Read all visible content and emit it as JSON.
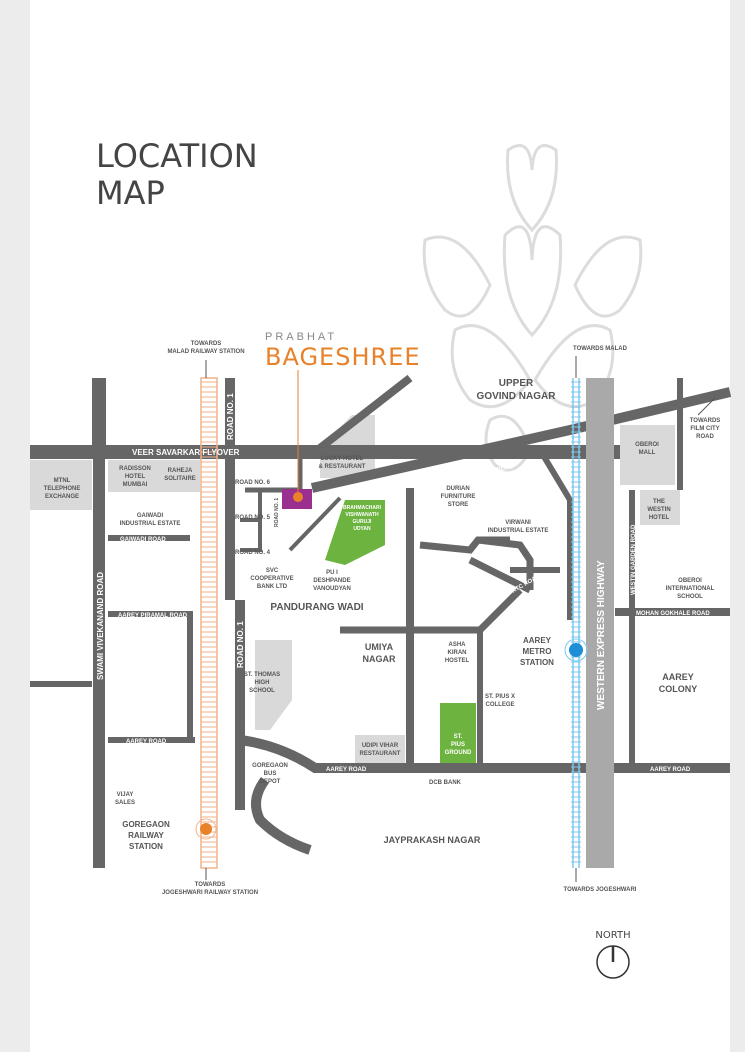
{
  "title": {
    "line1": "LOCATION",
    "line2": "MAP"
  },
  "brand": {
    "prefix": "PRABHAT",
    "name": "BAGESHREE",
    "color": "#e8822a"
  },
  "colors": {
    "road": "#666666",
    "block": "#d9d9d9",
    "green": "#6db33f",
    "site": "#9b2f8f",
    "marker_orange": "#e8822a",
    "marker_blue": "#1e8fd6",
    "rail": "#f2b28a",
    "metro": "#7fc7ee"
  },
  "roads": {
    "veer_savarkar_flyover": "VEER SAVARKAR FLYOVER",
    "swami_vivekanand_road": "SWAMI VIVEKANAND ROAD",
    "road_no_1_top": "ROAD NO. 1",
    "road_no_1_bottom": "ROAD NO. 1",
    "goregaon_mulund_link": "GOREGAON-MULUND LINK ROAD",
    "western_express_highway": "WESTERN EXPRESS HIGHWAY",
    "gaiwadi_road": "GAIWADI ROAD",
    "aarey_piramal_road": "AAREY PIRAMAL ROAD",
    "aarey_road_left": "AAREY ROAD",
    "aarey_road_mid": "AAREY ROAD",
    "aarey_road_right": "AAREY ROAD",
    "mohan_gokhale_road": "MOHAN GOKHALE ROAD",
    "rtc_road": "RTC ROAD",
    "westin_garden_road": "WESTIN GARDEN ROAD",
    "road_no_6": "ROAD NO. 6",
    "road_no_5": "ROAD NO. 5",
    "road_no_4": "ROAD NO. 4",
    "road_no_1_small": "ROAD NO. 1",
    "road_no_4_diag": "ROAD NO. 4"
  },
  "directions": {
    "towards_malad_station_1": "TOWARDS",
    "towards_malad_station_2": "MALAD RAILWAY STATION",
    "towards_malad": "TOWARDS MALAD",
    "towards_film_city_1": "TOWARDS",
    "towards_film_city_2": "FILM CITY",
    "towards_film_city_3": "ROAD",
    "towards_jogeshwari_station_1": "TOWARDS",
    "towards_jogeshwari_station_2": "JOGESHWARI RAILWAY STATION",
    "towards_jogeshwari": "TOWARDS JOGESHWARI"
  },
  "places": {
    "upper_govind_nagar_1": "UPPER",
    "upper_govind_nagar_2": "GOVIND NAGAR",
    "lucky_hotel_1": "LUCKY HOTEL",
    "lucky_hotel_2": "& RESTAURANT",
    "mtnl_1": "MTNL",
    "mtnl_2": "TELEPHONE",
    "mtnl_3": "EXCHANGE",
    "radisson_1": "RADISSON",
    "radisson_2": "HOTEL",
    "radisson_3": "MUMBAI",
    "raheja_1": "RAHEJA",
    "raheja_2": "SOLITAIRE",
    "gaiwadi_ind_1": "GAIWADI",
    "gaiwadi_ind_2": "INDUSTRIAL ESTATE",
    "udyan_1": "BRAHMACHARI",
    "udyan_2": "VISHWANATH",
    "udyan_3": "GURUJI",
    "udyan_4": "UDYAN",
    "pu_1": "PU I",
    "pu_2": "DESHPANDE",
    "pu_3": "VANOUDYAN",
    "svc_1": "SVC",
    "svc_2": "COOPERATIVE",
    "svc_3": "BANK LTD",
    "durian_1": "DURIAN",
    "durian_2": "FURNITURE",
    "durian_3": "STORE",
    "virwani_1": "VIRWANI",
    "virwani_2": "INDUSTRIAL ESTATE",
    "oberoi_mall_1": "OBEROI",
    "oberoi_mall_2": "MALL",
    "westin_1": "THE",
    "westin_2": "WESTIN",
    "westin_3": "HOTEL",
    "ois_1": "OBEROI",
    "ois_2": "INTERNATIONAL",
    "ois_3": "SCHOOL",
    "pandurang_wadi": "PANDURANG WADI",
    "umiya_1": "UMIYA",
    "umiya_2": "NAGAR",
    "asha_1": "ASHA",
    "asha_2": "KIRAN",
    "asha_3": "HOSTEL",
    "metro_1": "AAREY",
    "metro_2": "METRO",
    "metro_3": "STATION",
    "aarey_colony_1": "AAREY",
    "aarey_colony_2": "COLONY",
    "st_thomas_1": "ST. THOMAS",
    "st_thomas_2": "HIGH",
    "st_thomas_3": "SCHOOL",
    "st_pius_college_1": "ST. PIUS X",
    "st_pius_college_2": "COLLEGE",
    "st_pius_ground_1": "ST.",
    "st_pius_ground_2": "PIUS",
    "st_pius_ground_3": "GROUND",
    "udipi_1": "UDIPI VIHAR",
    "udipi_2": "RESTAURANT",
    "bus_depot_1": "GOREGAON",
    "bus_depot_2": "BUS",
    "bus_depot_3": "DEPOT",
    "dcb_bank": "DCB BANK",
    "vijay_sales_1": "VIJAY",
    "vijay_sales_2": "SALES",
    "goregaon_station_1": "GOREGAON",
    "goregaon_station_2": "RAILWAY",
    "goregaon_station_3": "STATION",
    "jayprakash_nagar": "JAYPRAKASH NAGAR"
  },
  "compass": {
    "label": "NORTH"
  }
}
